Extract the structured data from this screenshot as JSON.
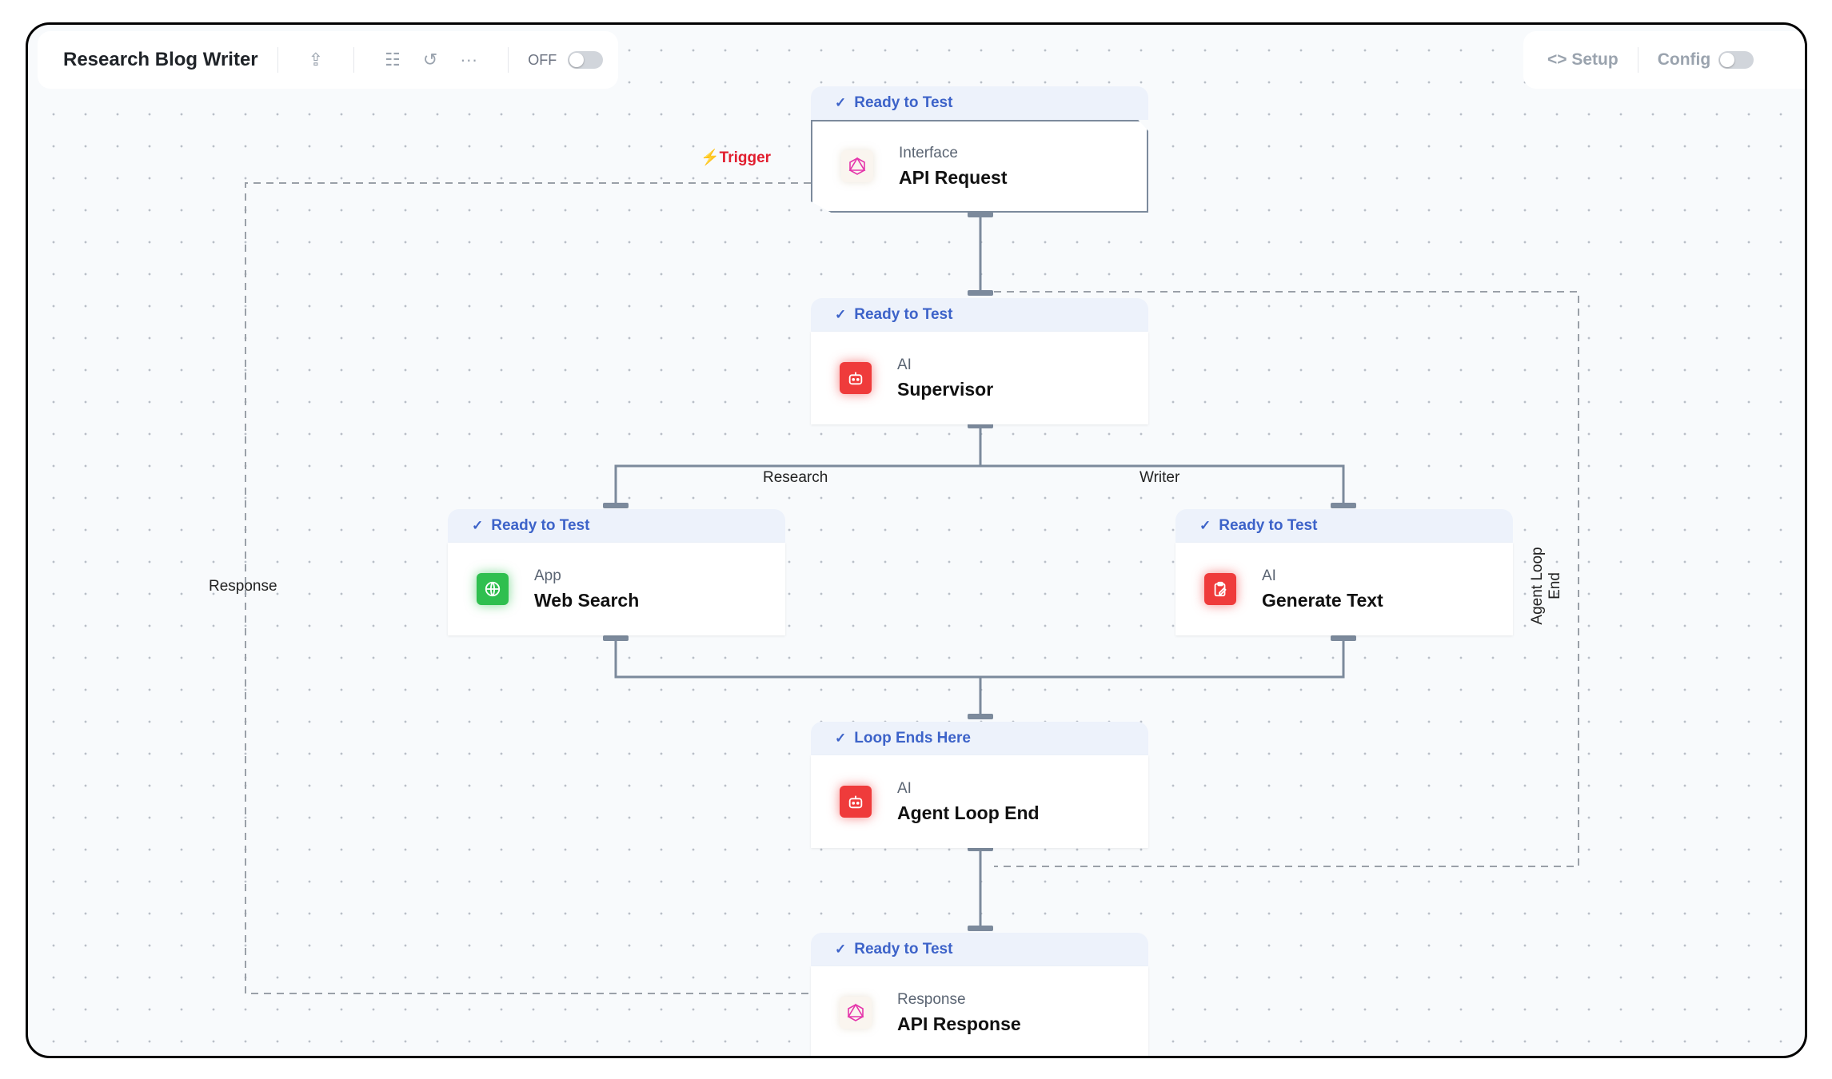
{
  "toolbar": {
    "title": "Research Blog Writer",
    "toggle_label": "OFF",
    "toggle_on": false,
    "setup_label": "Setup",
    "config_label": "Config",
    "config_on": false
  },
  "edge_labels": {
    "trigger": "⚡Trigger",
    "response": "Response",
    "research": "Research",
    "writer": "Writer",
    "agent_loop_end": "Agent Loop End"
  },
  "nodes": [
    {
      "status": "Ready to Test",
      "category": "Interface",
      "name": "API Request",
      "icon": "graphql-icon",
      "color": "#e535ab"
    },
    {
      "status": "Ready to Test",
      "category": "AI",
      "name": "Supervisor",
      "icon": "robot-icon",
      "color": "#ef3b3b"
    },
    {
      "status": "Ready to Test",
      "category": "App",
      "name": "Web Search",
      "icon": "globe-icon",
      "color": "#2fbf4f"
    },
    {
      "status": "Ready to Test",
      "category": "AI",
      "name": "Generate Text",
      "icon": "clipboard-edit-icon",
      "color": "#ef3b3b"
    },
    {
      "status": "Loop Ends Here",
      "category": "AI",
      "name": "Agent Loop End",
      "icon": "robot-icon",
      "color": "#ef3b3b"
    },
    {
      "status": "Ready to Test",
      "category": "Response",
      "name": "API Response",
      "icon": "graphql-icon",
      "color": "#e535ab"
    }
  ]
}
